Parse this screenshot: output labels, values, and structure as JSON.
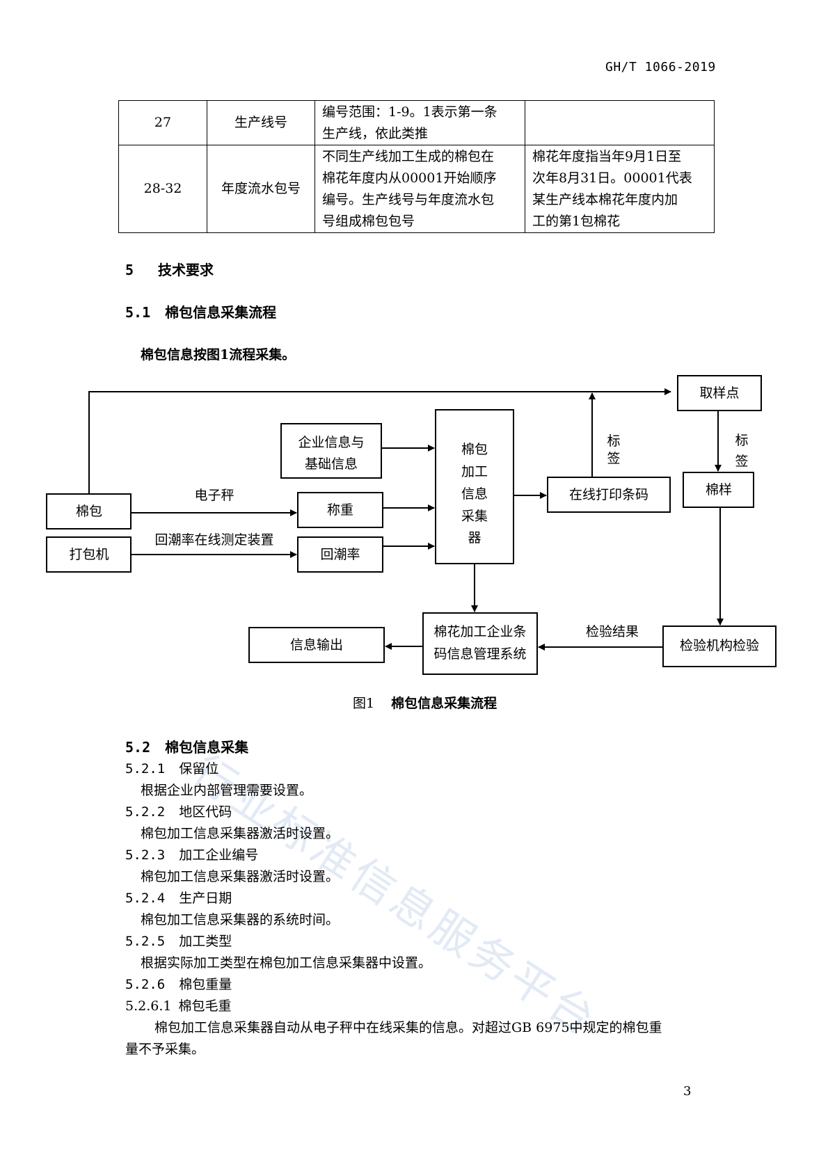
{
  "header": {
    "doc_code": "GH/T 1066-2019"
  },
  "table": {
    "rows": [
      {
        "no": "27",
        "name": "生产线号",
        "desc_lines": [
          "编号范围：1-9。1表示第一条",
          "生产线，依此类推"
        ],
        "note_lines": []
      },
      {
        "no": "28-32",
        "name": "年度流水包号",
        "desc_lines": [
          "不同生产线加工生成的棉包在",
          "棉花年度内从00001开始顺序",
          "编号。生产线号与年度流水包",
          "号组成棉包包号"
        ],
        "note_lines": [
          "棉花年度指当年9月1日至",
          "次年8月31日。00001代表",
          "某生产线本棉花年度内加",
          "工的第1包棉花"
        ]
      }
    ]
  },
  "section5": {
    "num": "5",
    "title": "技术要求"
  },
  "section51": {
    "num": "5.1",
    "title": "棉包信息采集流程",
    "intro": "棉包信息按图1流程采集。"
  },
  "diagram": {
    "boxes": {
      "sampling_point": "取样点",
      "enterprise_info": [
        "企业信息与",
        "基础信息"
      ],
      "collector": [
        "棉包",
        "加工",
        "信息",
        "采集",
        "器"
      ],
      "bale": "棉包",
      "weighing": "称重",
      "print_barcode": "在线打印条码",
      "cotton_sample": "棉样",
      "baler": "打包机",
      "moisture_regain": "回潮率",
      "info_output": "信息输出",
      "mgmt_system": [
        "棉花加工企业条",
        "码信息管理系统"
      ],
      "inspection": "检验机构检验"
    },
    "labels": {
      "e_scale": "电子秤",
      "moisture_device": "回潮率在线测定装置",
      "tag_1": [
        "标",
        "签"
      ],
      "tag_2": [
        "标",
        "签"
      ],
      "inspection_result": "检验结果"
    }
  },
  "figure_caption": {
    "num": "图1",
    "title": "棉包信息采集流程"
  },
  "section52": {
    "num": "5.2",
    "title": "棉包信息采集",
    "items": [
      {
        "num": "5.2.1",
        "title": "保留位",
        "text": "根据企业内部管理需要设置。"
      },
      {
        "num": "5.2.2",
        "title": "地区代码",
        "text": "棉包加工信息采集器激活时设置。"
      },
      {
        "num": "5.2.3",
        "title": "加工企业编号",
        "text": "棉包加工信息采集器激活时设置。"
      },
      {
        "num": "5.2.4",
        "title": "生产日期",
        "text": "棉包加工信息采集器的系统时间。"
      },
      {
        "num": "5.2.5",
        "title": "加工类型",
        "text": "根据实际加工类型在棉包加工信息采集器中设置。"
      },
      {
        "num": "5.2.6",
        "title": "棉包重量",
        "text": ""
      }
    ],
    "sub": {
      "num": "5.2.6.1",
      "title": "棉包毛重",
      "para_line1": "棉包加工信息采集器自动从电子秤中在线采集的信息。对超过GB 6975中规定的棉包重",
      "para_line2": "量不予采集。"
    }
  },
  "watermark": "行业标准信息服务平台",
  "page_number": "3"
}
